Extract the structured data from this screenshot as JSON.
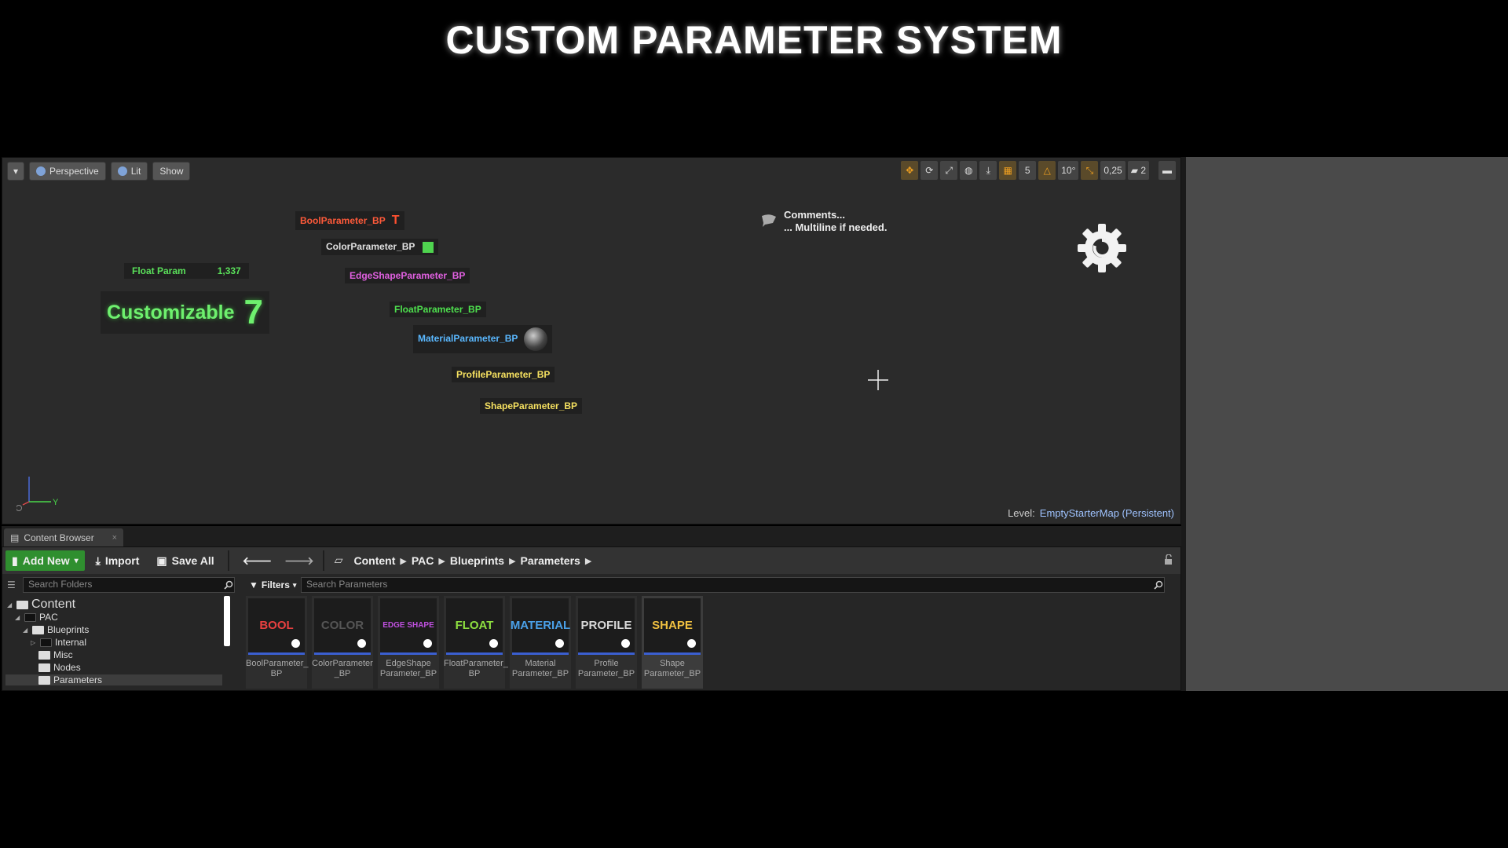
{
  "title": "CUSTOM PARAMETER SYSTEM",
  "viewport": {
    "toolbar": {
      "menu_label": "▾",
      "perspective": "Perspective",
      "lit": "Lit",
      "show": "Show"
    },
    "toolbar_right": {
      "grid_snap": "5",
      "angle_snap": "10°",
      "scale_snap": "0,25",
      "camera_speed": "2"
    },
    "actors": {
      "bool": "BoolParameter_BP",
      "bool_glyph": "T",
      "color": "ColorParameter_BP",
      "edge": "EdgeShapeParameter_BP",
      "float": "FloatParameter_BP",
      "material": "MaterialParameter_BP",
      "profile": "ProfileParameter_BP",
      "shape": "ShapeParameter_BP"
    },
    "float_param": {
      "label": "Float Param",
      "value": "1,337"
    },
    "customizable": {
      "label": "Customizable",
      "value": "7"
    },
    "comment": {
      "line1": "Comments...",
      "line2": "... Multiline if needed."
    },
    "level": {
      "label": "Level:",
      "value": "EmptyStarterMap (Persistent)"
    },
    "axis_y": "Y",
    "colors": {
      "bool": "#ff5a3a",
      "color": "#e0e0e0",
      "edge": "#e060e0",
      "float": "#4ee04e",
      "material": "#5ab8ff",
      "profile": "#f5e060",
      "shape": "#f5e060"
    }
  },
  "content_browser": {
    "tab_label": "Content Browser",
    "tab_close": "×",
    "toolbar": {
      "add_new": "Add New",
      "import": "Import",
      "save_all": "Save All"
    },
    "breadcrumb": [
      "Content",
      "PAC",
      "Blueprints",
      "Parameters"
    ],
    "folder_search_placeholder": "Search Folders",
    "filters_label": "Filters",
    "param_search_placeholder": "Search Parameters",
    "tree": {
      "content": "Content",
      "pac": "PAC",
      "blueprints": "Blueprints",
      "internal": "Internal",
      "misc": "Misc",
      "nodes": "Nodes",
      "parameters": "Parameters"
    },
    "assets": [
      {
        "thumb": "BOOL",
        "name1": "BoolParameter_",
        "name2": "BP",
        "color": "#e84040"
      },
      {
        "thumb": "COLOR",
        "name1": "ColorParameter",
        "name2": "_BP",
        "color": "#555555"
      },
      {
        "thumb": "EDGE SHAPE",
        "name1": "EdgeShape",
        "name2": "Parameter_BP",
        "color": "#c050e0"
      },
      {
        "thumb": "FLOAT",
        "name1": "FloatParameter_",
        "name2": "BP",
        "color": "#8ee040"
      },
      {
        "thumb": "MATERIAL",
        "name1": "Material",
        "name2": "Parameter_BP",
        "color": "#4aa0e8"
      },
      {
        "thumb": "PROFILE",
        "name1": "Profile",
        "name2": "Parameter_BP",
        "color": "#d8d8d8"
      },
      {
        "thumb": "SHAPE",
        "name1": "Shape",
        "name2": "Parameter_BP",
        "color": "#f0c040"
      }
    ]
  }
}
